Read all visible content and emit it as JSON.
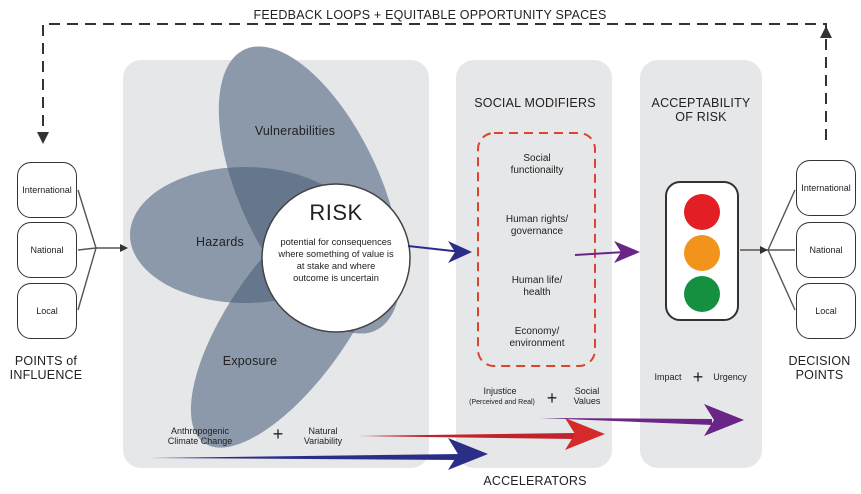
{
  "top_label": "FEEDBACK LOOPS + EQUITABLE OPPORTUNITY SPACES",
  "bottom_label": "ACCELERATORS",
  "left": {
    "boxes": [
      "International",
      "National",
      "Local"
    ],
    "title_line1": "POINTS of",
    "title_line2": "INFLUENCE"
  },
  "right": {
    "boxes": [
      "International",
      "National",
      "Local"
    ],
    "title_line1": "DECISION",
    "title_line2": "POINTS"
  },
  "risk": {
    "petals": {
      "top": "Vulnerabilities",
      "left": "Hazards",
      "bottom": "Exposure"
    },
    "title": "RISK",
    "definition": "potential for consequences where something of value is at stake and where outcome is uncertain"
  },
  "accelerators_left": {
    "a_line1": "Anthropogenic",
    "a_line2": "Climate Change",
    "plus": "+",
    "b_line1": "Natural",
    "b_line2": "Variability"
  },
  "modifiers": {
    "title": "SOCIAL MODIFIERS",
    "items": [
      {
        "line1": "Social",
        "line2": "functionailty"
      },
      {
        "line1": "Human rights/",
        "line2": "governance"
      },
      {
        "line1": "Human life/",
        "line2": "health"
      },
      {
        "line1": "Economy/",
        "line2": "environment"
      }
    ],
    "injustice": "Injustice",
    "injustice_sub": "(Perceived and Real)",
    "plus": "+",
    "social_line1": "Social",
    "social_line2": "Values"
  },
  "acceptability": {
    "title_line1": "ACCEPTABILITY",
    "title_line2": "OF RISK",
    "impact": "Impact",
    "plus": "+",
    "urgency": "Urgency"
  },
  "colors": {
    "panel": "#e6e7e8",
    "petal": "#8c99ab",
    "petal_overlap": "#5b6b80",
    "arrow_blue": "#2b2e86",
    "arrow_red": "#d52a2a",
    "arrow_purple": "#6a2586",
    "dash_red": "#d9452f",
    "light_red": "#e31e24",
    "light_amber": "#f2941c",
    "light_green": "#159040"
  }
}
